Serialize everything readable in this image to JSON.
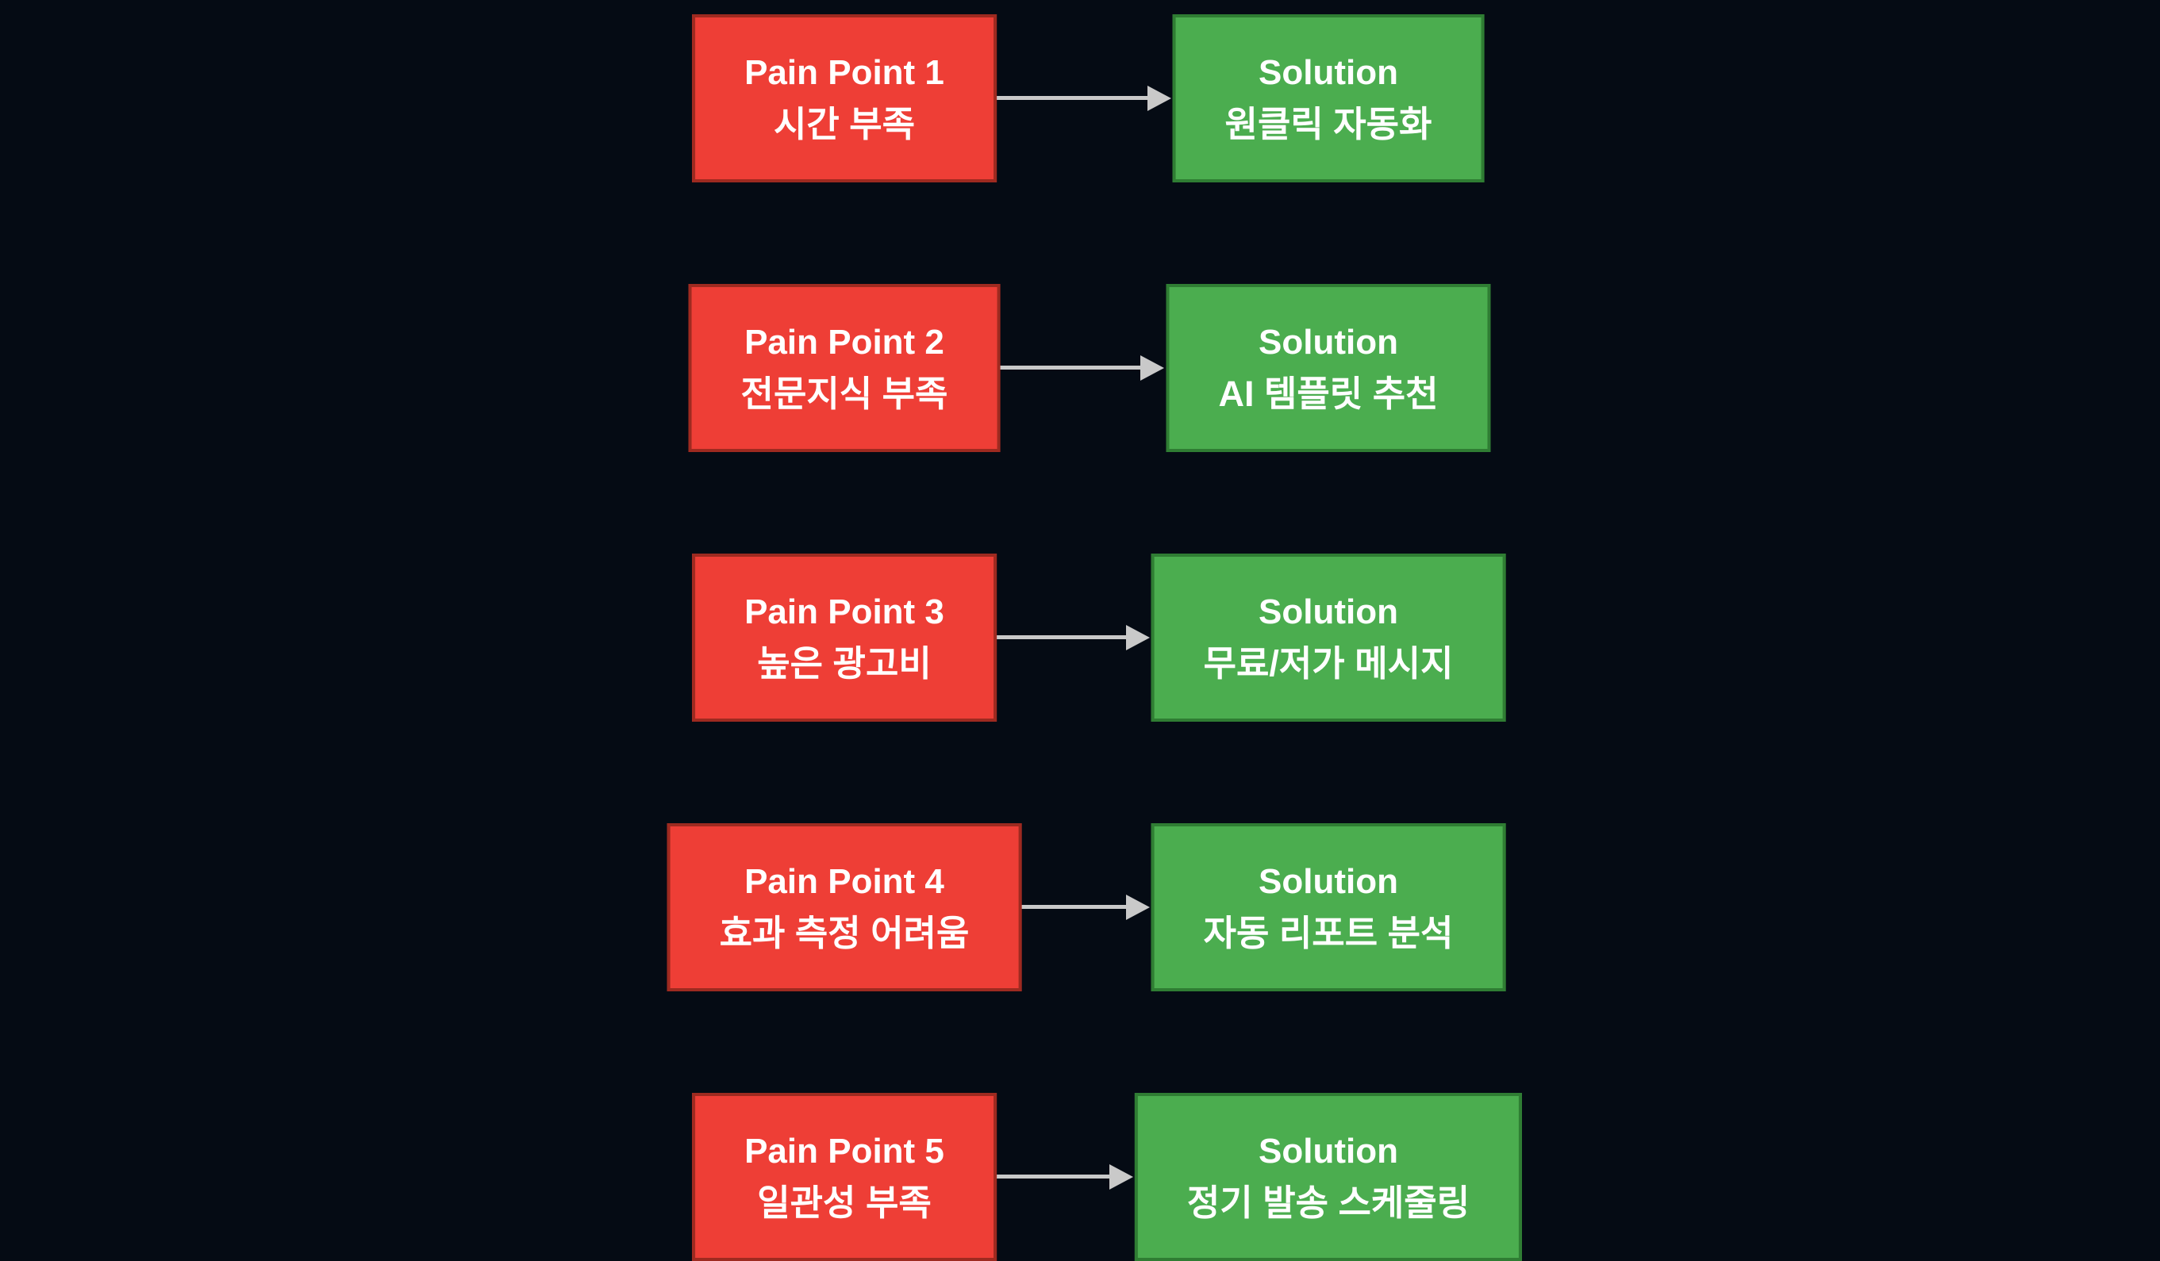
{
  "page": {
    "background": "#050b14"
  },
  "colors": {
    "pain_fill": "#ee3e36",
    "pain_border": "#9e2a20",
    "solution_fill": "#4bad4f",
    "solution_border": "#2f7d33",
    "arrow": "#c9c9c9",
    "text": "#ffffff"
  },
  "diagram": {
    "type": "pain-point-to-solution-flowchart",
    "rows": [
      {
        "pain": {
          "title": "Pain Point 1",
          "subtitle": "시간 부족"
        },
        "solution": {
          "title": "Solution",
          "subtitle": "원클릭 자동화"
        }
      },
      {
        "pain": {
          "title": "Pain Point 2",
          "subtitle": "전문지식 부족"
        },
        "solution": {
          "title": "Solution",
          "subtitle": "AI 템플릿 추천"
        }
      },
      {
        "pain": {
          "title": "Pain Point 3",
          "subtitle": "높은 광고비"
        },
        "solution": {
          "title": "Solution",
          "subtitle": "무료/저가 메시지"
        }
      },
      {
        "pain": {
          "title": "Pain Point 4",
          "subtitle": "효과 측정 어려움"
        },
        "solution": {
          "title": "Solution",
          "subtitle": "자동 리포트 분석"
        }
      },
      {
        "pain": {
          "title": "Pain Point 5",
          "subtitle": "일관성 부족"
        },
        "solution": {
          "title": "Solution",
          "subtitle": "정기 발송 스케줄링"
        }
      }
    ]
  }
}
